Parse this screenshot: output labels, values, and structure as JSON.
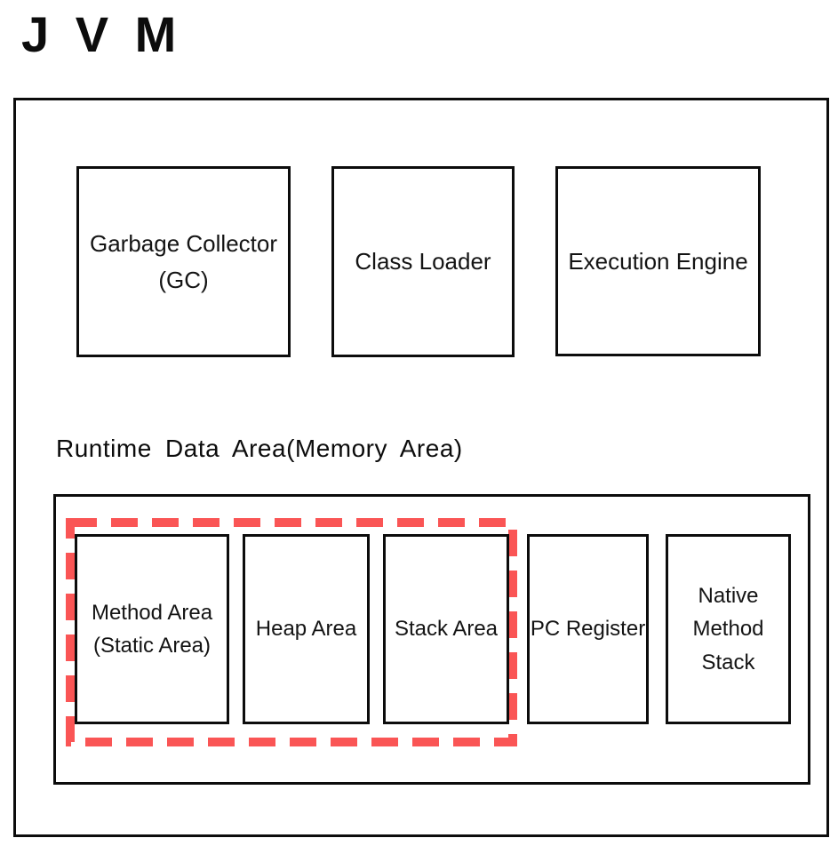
{
  "title": "J V M",
  "colors": {
    "border": "#0c0c0c",
    "highlight_dash": "#fa5555",
    "background": "#ffffff"
  },
  "jvm": {
    "top_components": [
      {
        "id": "garbage-collector",
        "lines": [
          "Garbage Collector",
          "(GC)"
        ]
      },
      {
        "id": "class-loader",
        "lines": [
          "Class Loader"
        ]
      },
      {
        "id": "execution-engine",
        "lines": [
          "Execution Engine"
        ]
      }
    ],
    "runtime_area": {
      "label": "Runtime Data Area(Memory Area)",
      "components": [
        {
          "id": "method-area",
          "lines": [
            "Method Area",
            "(Static Area)"
          ],
          "highlighted": true
        },
        {
          "id": "heap-area",
          "lines": [
            "Heap Area"
          ],
          "highlighted": true
        },
        {
          "id": "stack-area",
          "lines": [
            "Stack Area"
          ],
          "highlighted": true
        },
        {
          "id": "pc-register",
          "lines": [
            "PC Register"
          ],
          "highlighted": false
        },
        {
          "id": "native-method-stack",
          "lines": [
            "Native",
            "Method",
            "Stack"
          ],
          "highlighted": false
        }
      ]
    }
  }
}
